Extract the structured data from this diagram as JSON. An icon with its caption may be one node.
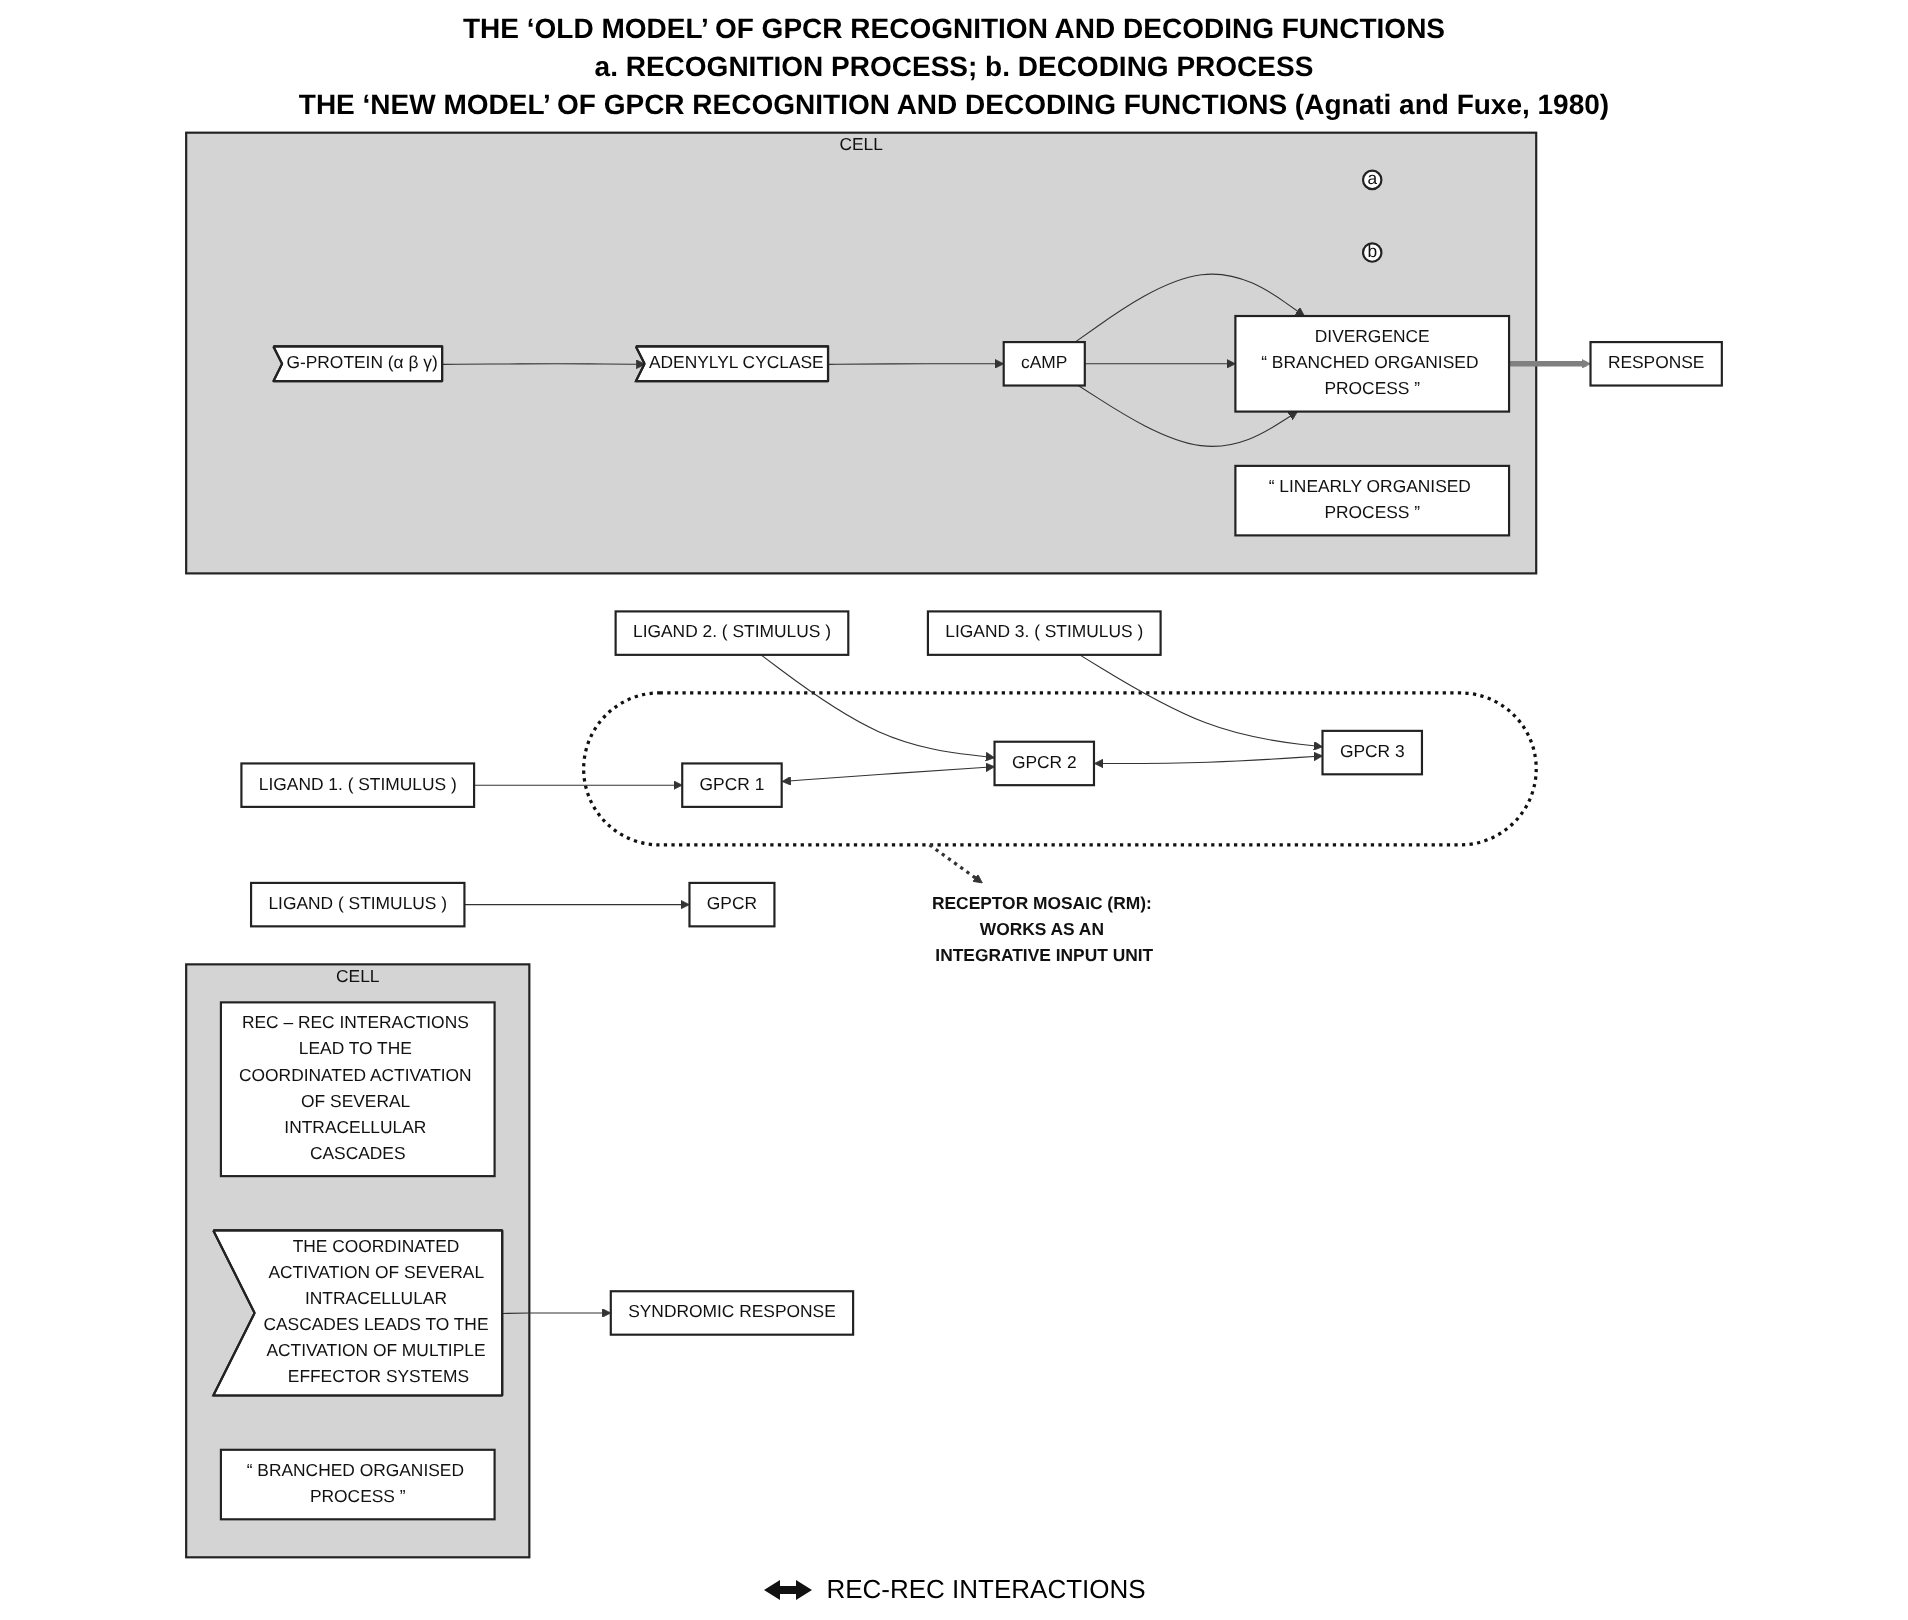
{
  "diagram": {
    "nodes": [
      {
        "text": [
          "CELL"
        ]
      },
      {
        "text": [
          "LIGAND ( STIMULUS )"
        ]
      },
      {
        "text": [
          "GPCR"
        ]
      },
      {
        "text": [
          "a"
        ],
        "in": 0
      },
      {
        "text": [
          "b"
        ],
        "in": 0
      },
      {
        "text": [
          "G-PROTEIN (α β γ)"
        ],
        "in": 0
      },
      {
        "text": [
          "ADENYLYL CYCLASE"
        ],
        "in": 0
      },
      {
        "text": [
          "cAMP"
        ],
        "in": 0
      },
      {
        "text": [
          "DIVERGENCE",
          "“ BRANCHED ORGANISED PROCESS ”"
        ],
        "in": 0
      },
      {
        "text": [
          "“ LINEARLY ORGANISED PROCESS ”"
        ],
        "in": 0
      },
      {
        "text": [
          "RESPONSE"
        ]
      },
      {
        "text": [
          "CELL"
        ]
      },
      {
        "text": [
          "LIGAND 1. ( STIMULUS )"
        ]
      },
      {
        "text": [
          "LIGAND 2. ( STIMULUS )"
        ]
      },
      {
        "text": [
          "LIGAND 3. ( STIMULUS )"
        ]
      },
      {
        "text": [],
        "shape": "ellipse"
      },
      {
        "text": [
          "GPCR 1"
        ],
        "in": 15
      },
      {
        "text": [
          "GPCR 2"
        ],
        "in": 15
      },
      {
        "text": [
          "GPCR 3"
        ],
        "in": 15
      },
      {
        "text": [
          "REC – REC INTERACTIONS LEAD TO THE COORDINATED ACTIVATION OF SEVERAL INTRACELLULAR CASCADES"
        ],
        "in": 11
      },
      {
        "text": [
          "THE COORDINATED ACTIVATION OF SEVERAL INTRACELLULAR CASCADES LEADS TO THE ACTIVATION OF MULTIPLE EFFECTOR SYSTEMS"
        ],
        "in": 11
      },
      {
        "text": [
          "“ BRANCHED ORGANISED PROCESS ”"
        ],
        "in": 11
      },
      {
        "text": [
          "SYNDROMIC RESPONSE"
        ]
      },
      {
        "text": [
          "RECEPTOR MOSAIC (RM): WORKS AS AN INTEGRATIVE INPUT UNIT"
        ]
      }
    ],
    "edges": [
      {
        "from": 1,
        "to": 2,
        "arrow": "to"
      },
      {
        "from": 5,
        "to": 6,
        "arrow": "to"
      },
      {
        "from": 6,
        "to": 7,
        "arrow": "to"
      },
      {
        "from": 7,
        "to": 8,
        "arrow": "to"
      },
      {
        "from": 7,
        "to": 8,
        "arrow": "to"
      },
      {
        "from": 7,
        "to": 8,
        "arrow": "to"
      },
      {
        "from": 8,
        "to": 10,
        "arrow": "to",
        "style": "thick",
        "color": "#808080"
      },
      {
        "from": 12,
        "to": 16,
        "arrow": "to"
      },
      {
        "from": 13,
        "to": 17,
        "arrow": "to"
      },
      {
        "from": 14,
        "to": 18,
        "arrow": "to"
      },
      {
        "from": 16,
        "to": 17,
        "arrow": "both"
      },
      {
        "from": 17,
        "to": 18,
        "arrow": "both"
      },
      {
        "from": 20,
        "to": 22,
        "arrow": "to"
      },
      {
        "from": 15,
        "to": 23,
        "arrow": "to",
        "style": "dashed"
      }
    ],
    "labels": [
      "THE ‘OLD MODEL’ OF GPCR RECOGNITION AND DECODING FUNCTIONS",
      "a. RECOGNITION PROCESS; b. DECODING PROCESS",
      "THE ‘NEW MODEL’ OF GPCR RECOGNITION AND DECODING FUNCTIONS (Agnati and Fuxe, 1980)"
    ],
    "legend": [
      {
        "text": "REC-REC INTERACTIONS"
      }
    ]
  }
}
